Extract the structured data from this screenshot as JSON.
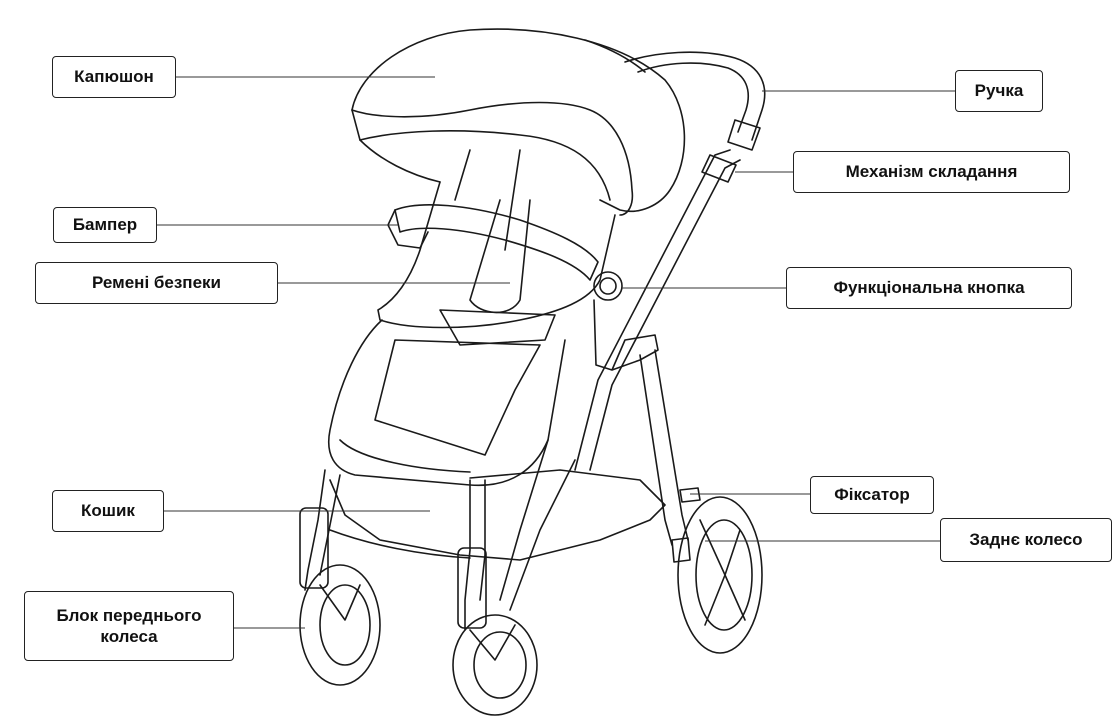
{
  "labels": {
    "canopy": "Капюшон",
    "bumper": "Бампер",
    "harness": "Ремені безпеки",
    "basket": "Кошик",
    "front_wheel": "Блок переднього колеса",
    "handle": "Ручка",
    "fold": "Механізм складання",
    "function_button": "Функціональна кнопка",
    "lock": "Фіксатор",
    "rear_wheel": "Заднє колесо"
  }
}
